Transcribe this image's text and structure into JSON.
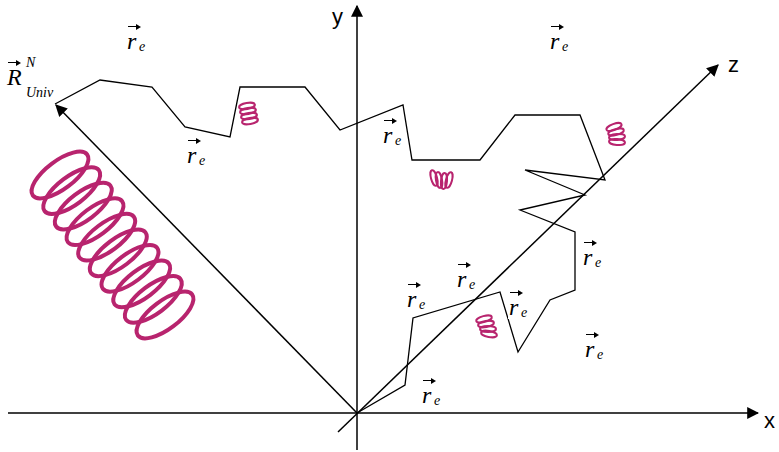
{
  "diagram": {
    "labels": [
      "y",
      "z",
      "x",
      "R",
      "N",
      "Univ",
      "r",
      "e",
      "r",
      "e",
      "r",
      "e",
      "r",
      "e",
      "r",
      "e",
      "r",
      "e",
      "r",
      "e",
      "r",
      "e",
      "r",
      "e",
      "r",
      "e"
    ]
  }
}
